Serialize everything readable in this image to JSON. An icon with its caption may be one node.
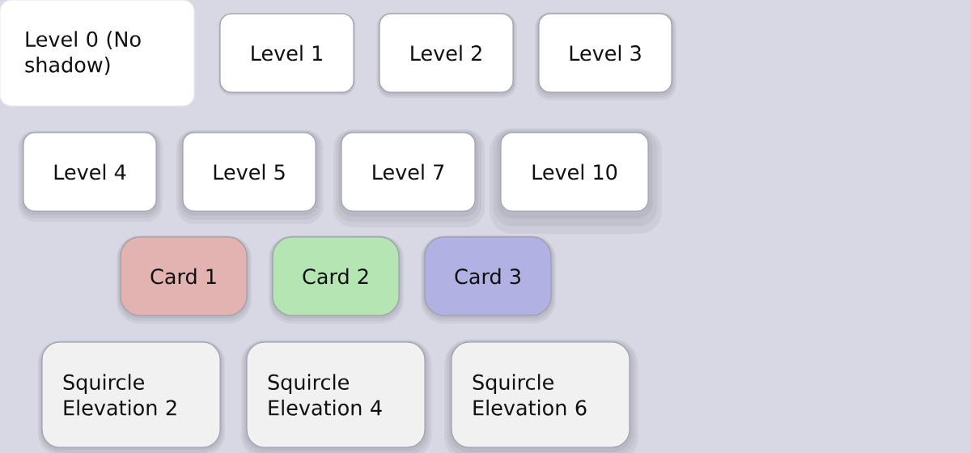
{
  "diagram": {
    "nodes": [
      {
        "text": [
          "Level 0 (No shadow)"
        ]
      },
      {
        "text": [
          "Level 1"
        ]
      },
      {
        "text": [
          "Level 2"
        ]
      },
      {
        "text": [
          "Level 3"
        ]
      },
      {
        "text": [
          "Level 4"
        ]
      },
      {
        "text": [
          "Level 5"
        ]
      },
      {
        "text": [
          "Level 7"
        ]
      },
      {
        "text": [
          "Level 10"
        ]
      },
      {
        "text": [
          "Card 1"
        ]
      },
      {
        "text": [
          "Card 2"
        ]
      },
      {
        "text": [
          "Card 3"
        ]
      },
      {
        "text": [
          "Squircle Elevation 2"
        ]
      },
      {
        "text": [
          "Squircle Elevation 4"
        ]
      },
      {
        "text": [
          "Squircle Elevation 6"
        ]
      }
    ]
  }
}
